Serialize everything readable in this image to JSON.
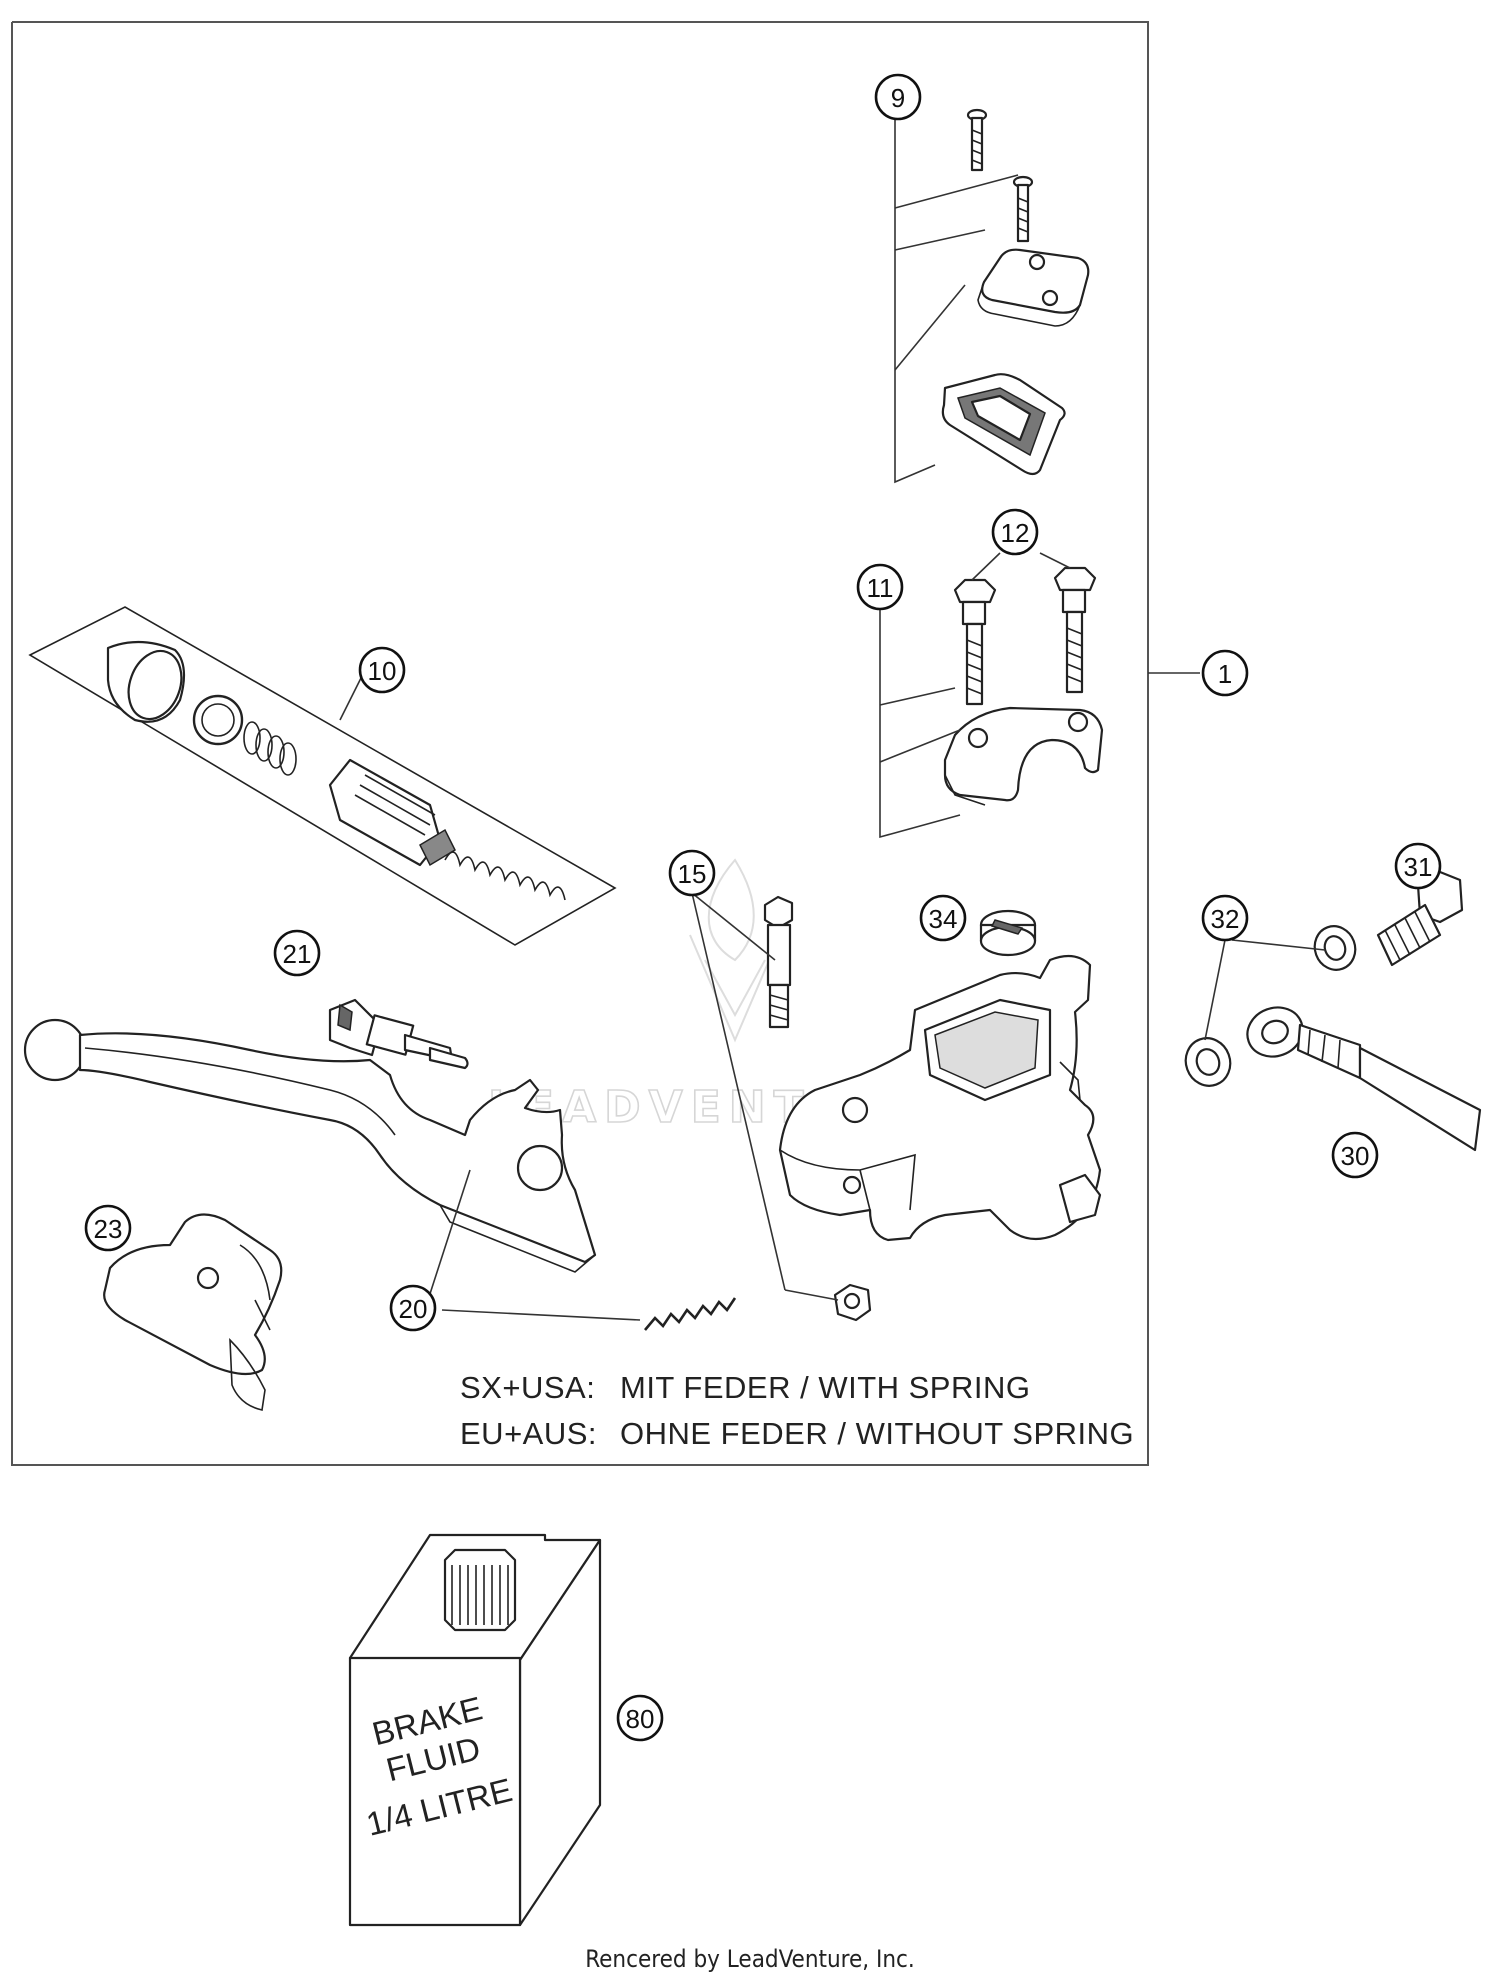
{
  "watermark": "LEADVENTURE",
  "callouts": [
    {
      "id": "c1",
      "label": "1"
    },
    {
      "id": "c9",
      "label": "9"
    },
    {
      "id": "c10",
      "label": "10"
    },
    {
      "id": "c11",
      "label": "11"
    },
    {
      "id": "c12",
      "label": "12"
    },
    {
      "id": "c15",
      "label": "15"
    },
    {
      "id": "c20",
      "label": "20"
    },
    {
      "id": "c21",
      "label": "21"
    },
    {
      "id": "c23",
      "label": "23"
    },
    {
      "id": "c30",
      "label": "30"
    },
    {
      "id": "c31",
      "label": "31"
    },
    {
      "id": "c32",
      "label": "32"
    },
    {
      "id": "c34",
      "label": "34"
    },
    {
      "id": "c80",
      "label": "80"
    }
  ],
  "spring_note": {
    "row1_region": "SX+USA:",
    "row1_text": "MIT FEDER / WITH SPRING",
    "row2_region": "EU+AUS:",
    "row2_text": "OHNE FEDER / WITHOUT SPRING"
  },
  "brake_fluid": {
    "line1": "BRAKE",
    "line2": "FLUID",
    "line3": "1/4 LITRE"
  },
  "footer": "Rencered by LeadVenture, Inc."
}
